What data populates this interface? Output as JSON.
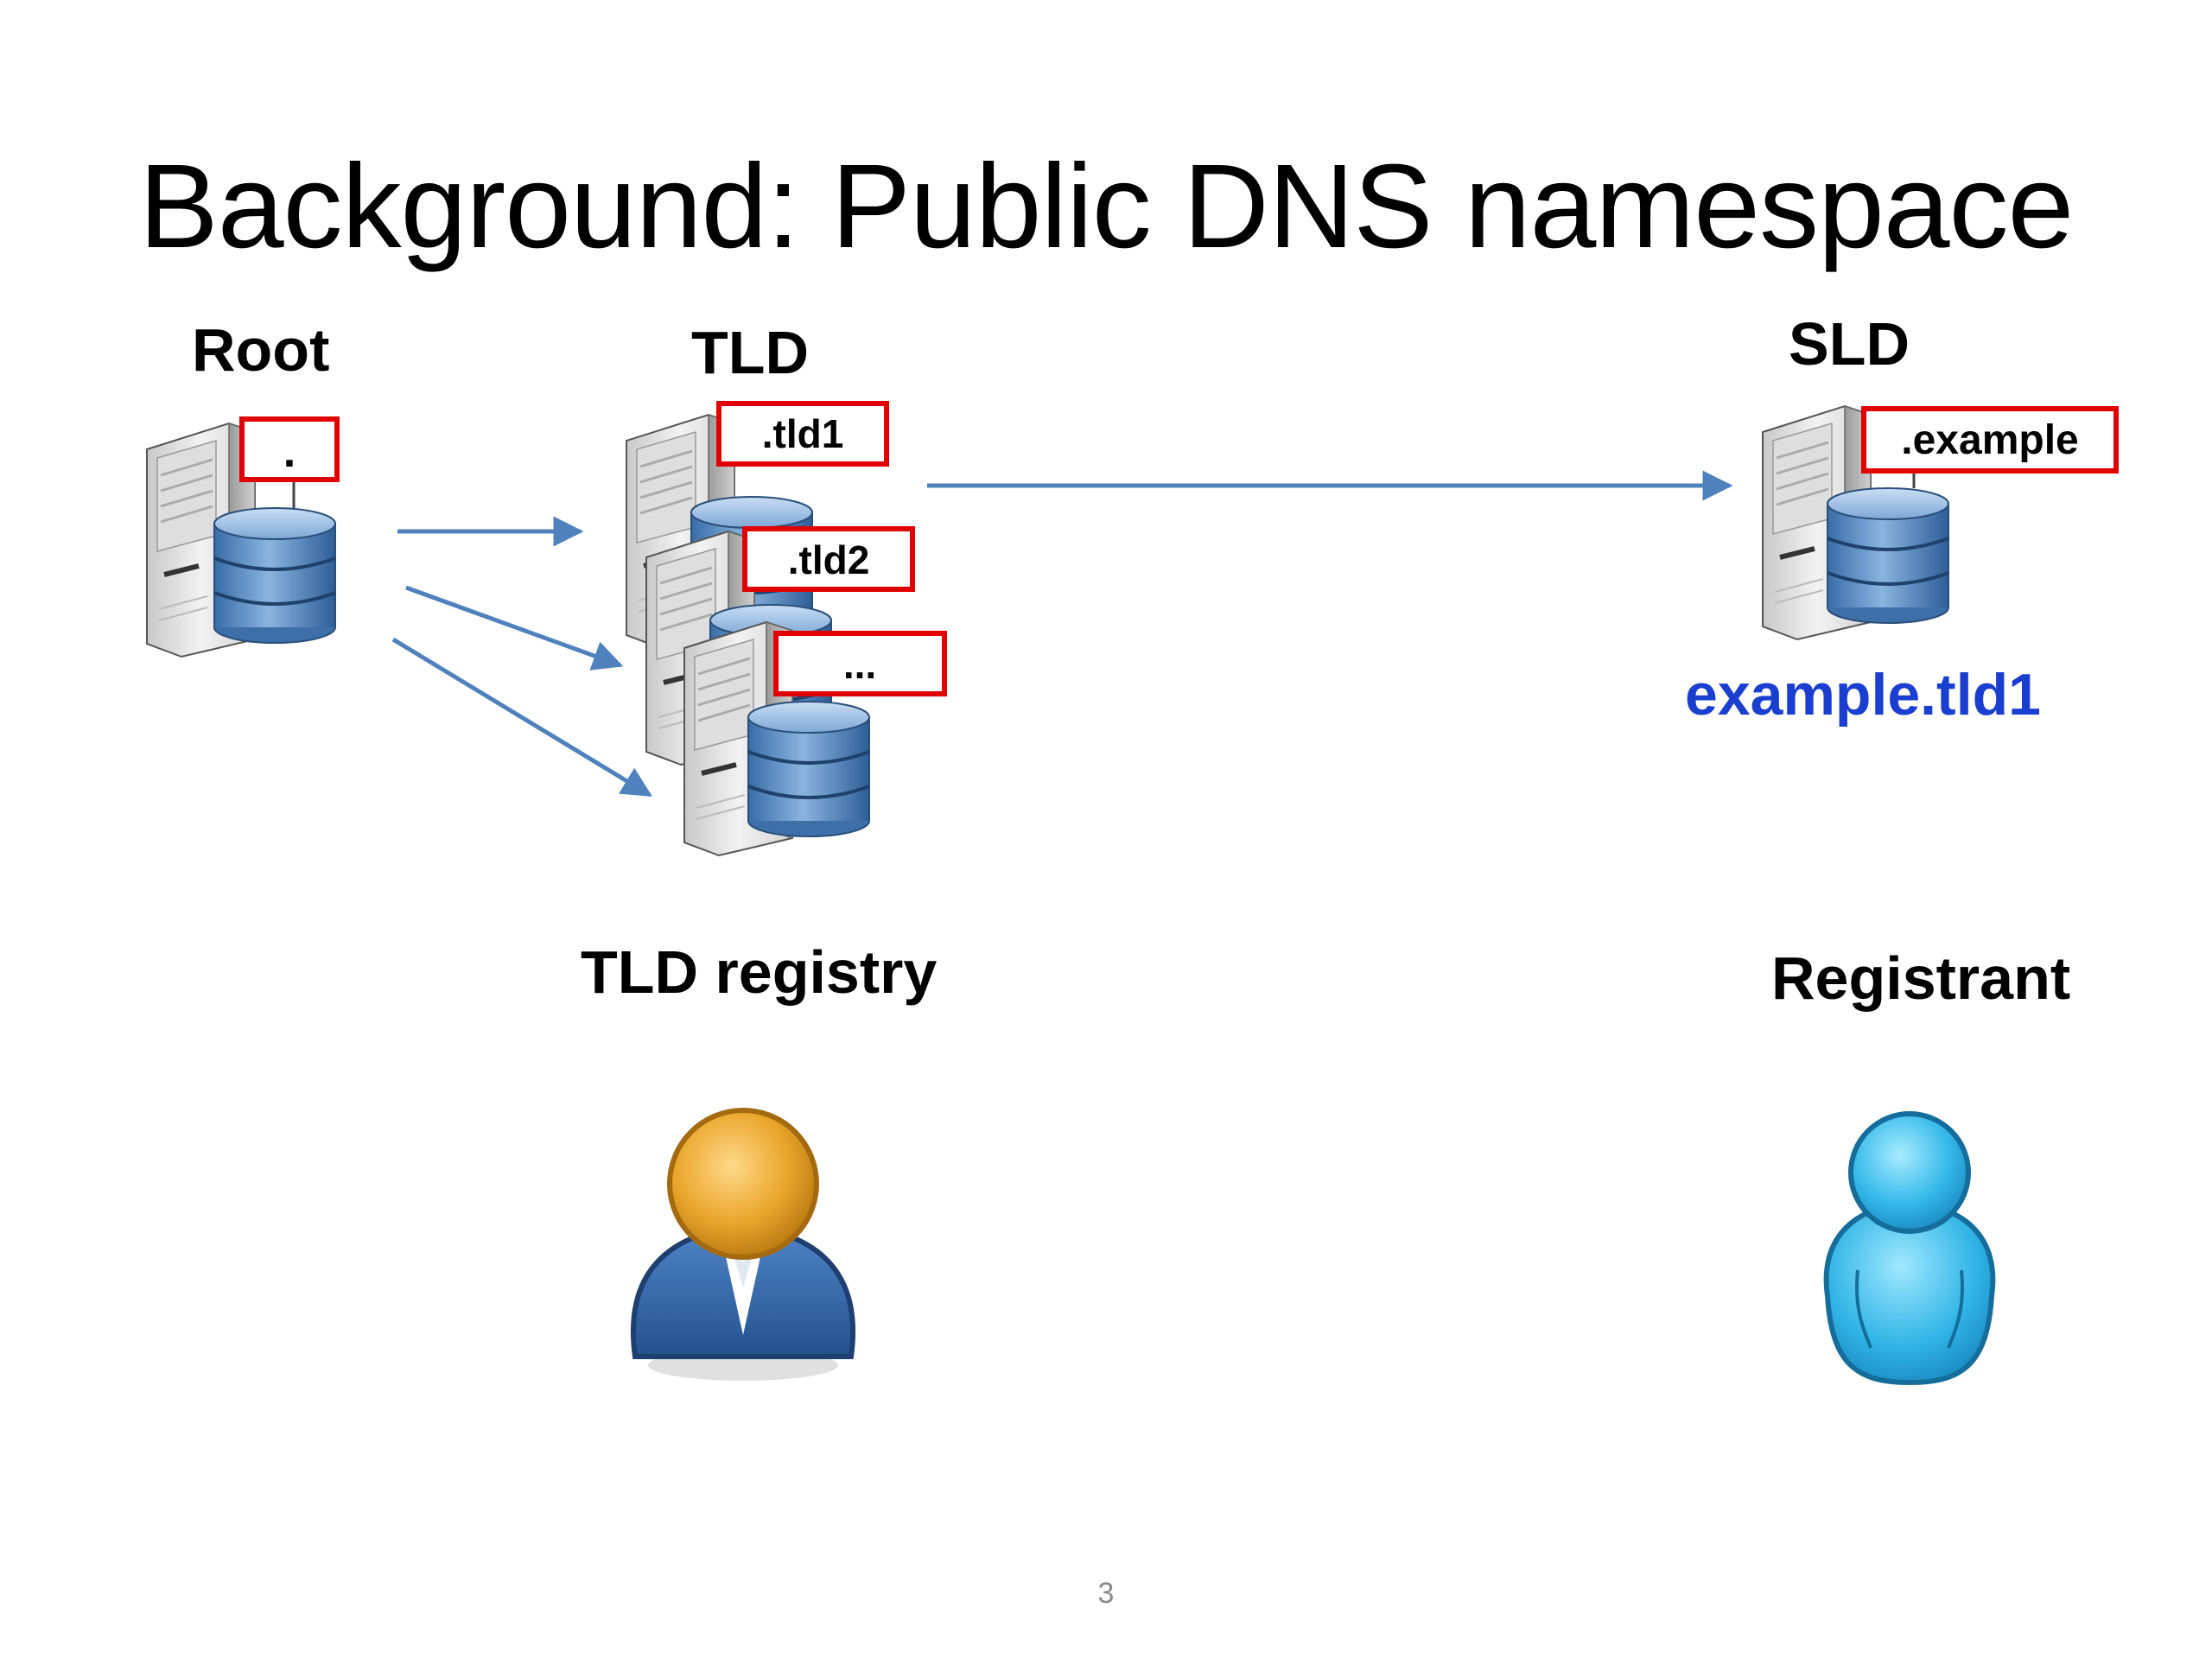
{
  "slide": {
    "title": "Background: Public DNS namespace",
    "page_number": "3"
  },
  "levels": {
    "root": "Root",
    "tld": "TLD",
    "sld": "SLD"
  },
  "zones": {
    "root": ".",
    "tld1": ".tld1",
    "tld2": ".tld2",
    "more": "...",
    "example": ".example"
  },
  "domain_name": "example.tld1",
  "roles": {
    "tld_registry": "TLD registry",
    "registrant": "Registrant"
  },
  "colors": {
    "arrow": "#4f81bd",
    "zone_border": "#e00000",
    "domain_text": "#1a3fd0",
    "registry_head": "#e8a01e",
    "registry_body": "#2f63a8",
    "registrant": "#2fb4e6"
  },
  "icons": [
    "server-icon",
    "database-icon",
    "person-icon"
  ]
}
